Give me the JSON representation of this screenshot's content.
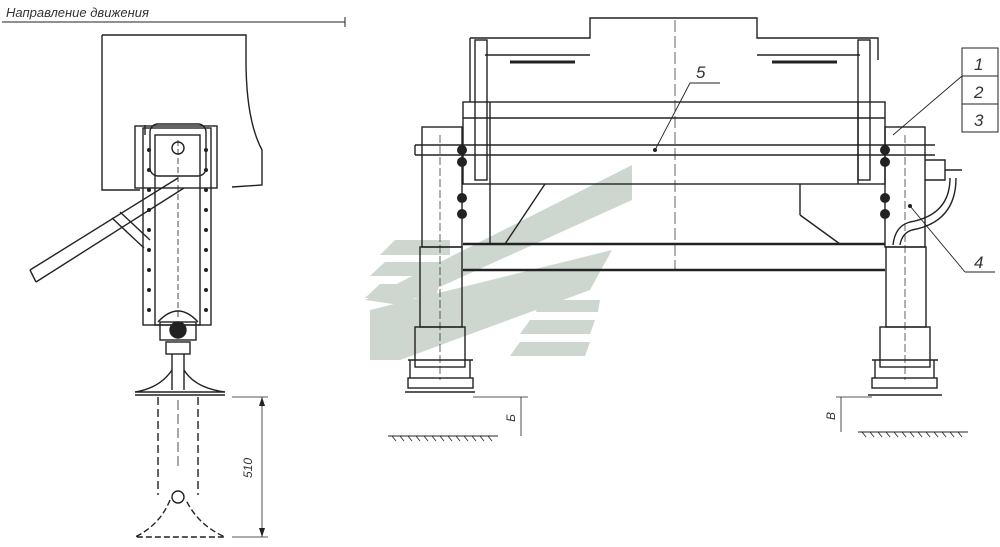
{
  "direction_label": "Направление движения",
  "dimensions": {
    "height": "510",
    "b": "Б",
    "v": "В"
  },
  "callouts": [
    "1",
    "2",
    "3",
    "4",
    "5"
  ],
  "colors": {
    "line": "#222222",
    "watermark": "#c6cfc8",
    "paper": "#ffffff"
  }
}
